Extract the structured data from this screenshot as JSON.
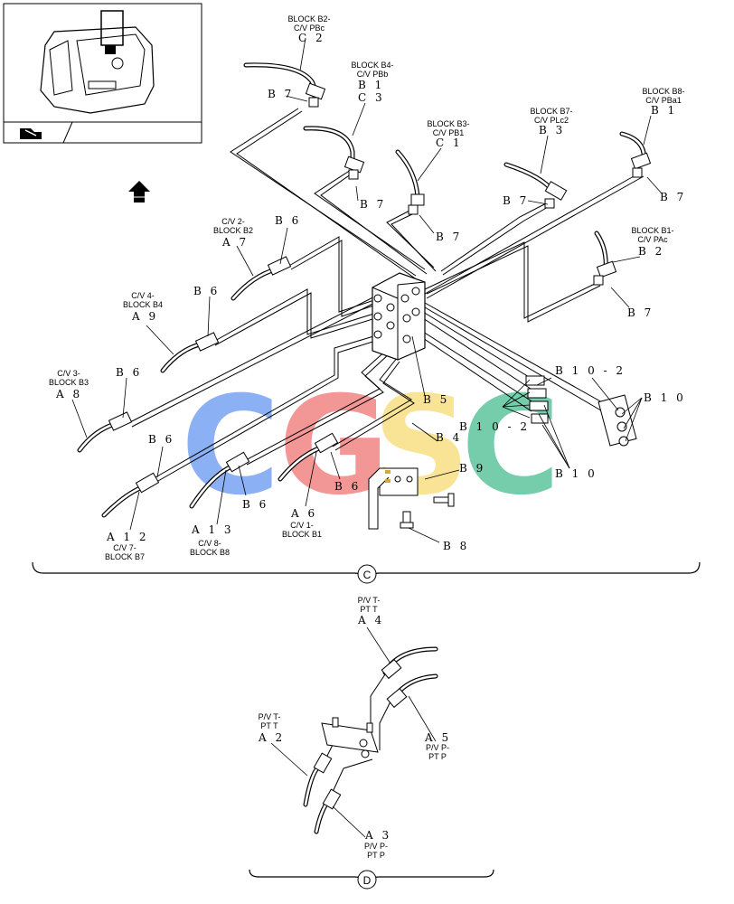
{
  "colors": {
    "watermark_c1": "#5b8ff0",
    "watermark_g": "#ee6a6a",
    "watermark_s": "#f7d96a",
    "watermark_c2": "#3bb88a"
  },
  "watermark": {
    "letters": [
      "C",
      "G",
      "S",
      "C"
    ]
  },
  "top_labels": {
    "b2": {
      "name1": "BLOCK B2-",
      "name2": "C/V PBc",
      "code": "C 2"
    },
    "b4": {
      "name1": "BLOCK B4-",
      "name2": "C/V PBb",
      "code1": "B 1",
      "code2": "C 3"
    },
    "b3": {
      "name1": "BLOCK B3-",
      "name2": "C/V PB1",
      "code": "C 1"
    },
    "b7": {
      "name1": "BLOCK B7-",
      "name2": "C/V PLc2",
      "code": "B 3"
    },
    "b8": {
      "name1": "BLOCK B8-",
      "name2": "C/V PBa1",
      "code": "B 1"
    },
    "b1": {
      "name1": "BLOCK B1-",
      "name2": "C/V PAc",
      "code": "B 2"
    }
  },
  "left_labels": {
    "cv2": {
      "name1": "C/V 2-",
      "name2": "BLOCK B2",
      "code": "A 7"
    },
    "cv4": {
      "name1": "C/V 4-",
      "name2": "BLOCK B4",
      "code": "A 9"
    },
    "cv3": {
      "name1": "C/V 3-",
      "name2": "BLOCK B3",
      "code": "A 8"
    }
  },
  "bottom_labels": {
    "cv7": {
      "code": "A 1 2",
      "name1": "C/V 7-",
      "name2": "BLOCK B7"
    },
    "cv8": {
      "code": "A 1 3",
      "name1": "C/V 8-",
      "name2": "BLOCK B8"
    },
    "cv1": {
      "code": "A 6",
      "name1": "C/V 1-",
      "name2": "BLOCK B1"
    }
  },
  "codes": {
    "b7": "B 7",
    "b6": "B 6",
    "b5": "B 5",
    "b4": "B 4",
    "b9": "B 9",
    "b8": "B 8",
    "b10": "B 1 0",
    "b10_2": "B 1 0 - 2"
  },
  "sections": {
    "c": "C",
    "d": "D"
  },
  "detail_d": {
    "a4": {
      "name1": "P/V T-",
      "name2": "PT T",
      "code": "A 4"
    },
    "a2": {
      "name1": "P/V T-",
      "name2": "PT T",
      "code": "A 2"
    },
    "a5": {
      "code": "A 5",
      "name1": "P/V P-",
      "name2": "PT P"
    },
    "a3": {
      "code": "A 3",
      "name1": "P/V P-",
      "name2": "PT P"
    }
  }
}
